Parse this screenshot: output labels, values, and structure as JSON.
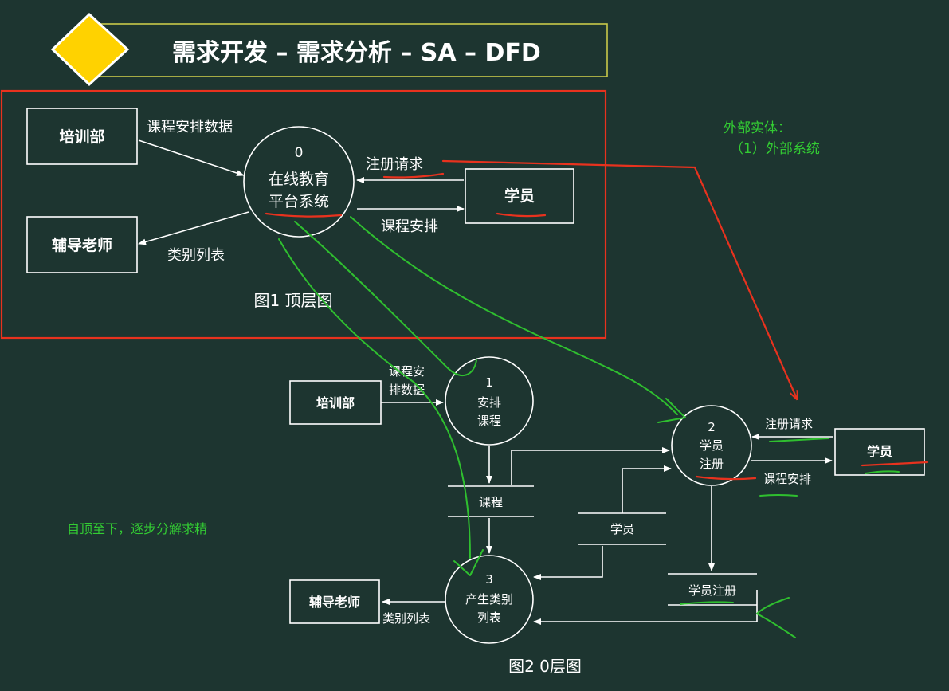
{
  "title": "需求开发 – 需求分析 – SA – DFD",
  "top_diagram": {
    "caption": "图1 顶层图",
    "process": {
      "number": "0",
      "line1": "在线教育",
      "line2": "平台系统"
    },
    "entities": {
      "training": "培训部",
      "student": "学员",
      "tutor": "辅导老师"
    },
    "flows": {
      "schedule_data": "课程安排数据",
      "register_request": "注册请求",
      "schedule": "课程安排",
      "category_list": "类别列表"
    }
  },
  "level0_diagram": {
    "caption": "图2 0层图",
    "p1": {
      "number": "1",
      "line1": "安排",
      "line2": "课程"
    },
    "p2": {
      "number": "2",
      "line1": "学员",
      "line2": "注册"
    },
    "p3": {
      "number": "3",
      "line1": "产生类别",
      "line2": "列表"
    },
    "entities": {
      "training": "培训部",
      "student": "学员",
      "tutor": "辅导老师"
    },
    "stores": {
      "course": "课程",
      "student": "学员",
      "registration": "学员注册"
    },
    "flows": {
      "schedule_data_l1": "课程安",
      "schedule_data_l2": "排数据",
      "register_request": "注册请求",
      "schedule": "课程安排",
      "category_list": "类别列表"
    }
  },
  "annotations": {
    "external_entity_l1": "外部实体：",
    "external_entity_l2": "（1）外部系统",
    "topdown": "自顶至下，逐步分解求精"
  },
  "colors": {
    "background": "#1d3530",
    "annotation_red": "#e8321e",
    "annotation_green": "#2fbf2f",
    "diamond": "#ffd200"
  }
}
